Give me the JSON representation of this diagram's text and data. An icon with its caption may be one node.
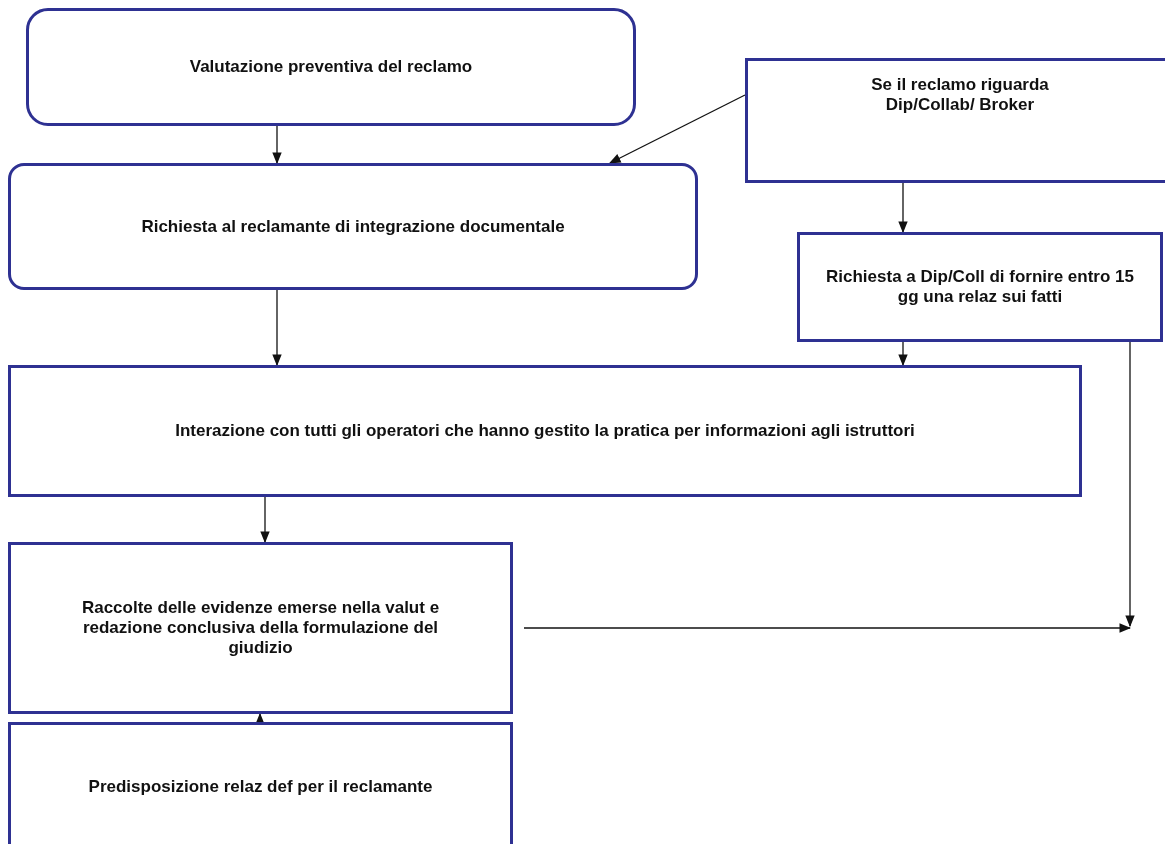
{
  "diagram": {
    "nodes": [
      {
        "text": [
          "Valutazione preventiva del reclamo"
        ]
      },
      {
        "text": [
          "Se il reclamo riguarda Dip/Collab/ Broker"
        ]
      },
      {
        "text": [
          "Richiesta al reclamante di integrazione documentale"
        ]
      },
      {
        "text": [
          "Richiesta a Dip/Coll di fornire entro 15 gg una relaz sui fatti"
        ]
      },
      {
        "text": [
          "Interazione con tutti gli operatori che hanno gestito la pratica per informazioni agli istruttori"
        ]
      },
      {
        "text": [
          "Raccolte delle evidenze emerse nella valut e redazione conclusiva della formulazione del giudizio"
        ]
      },
      {
        "text": [
          "Predisposizione relaz def per il reclamante"
        ]
      }
    ],
    "edges": [
      {
        "from": 0,
        "to": 2,
        "arrow": "to"
      },
      {
        "from": 1,
        "to": 2,
        "arrow": "to"
      },
      {
        "from": 1,
        "to": 3,
        "arrow": "to"
      },
      {
        "from": 2,
        "to": 4,
        "arrow": "to"
      },
      {
        "from": 3,
        "to": 4,
        "arrow": "to"
      },
      {
        "from": 4,
        "to": 5,
        "arrow": "to"
      },
      {
        "from": 6,
        "to": 5,
        "arrow": "to"
      },
      {
        "from": 5,
        "to": null,
        "arrow": "to"
      },
      {
        "from": 3,
        "to": null,
        "arrow": "to"
      }
    ]
  }
}
